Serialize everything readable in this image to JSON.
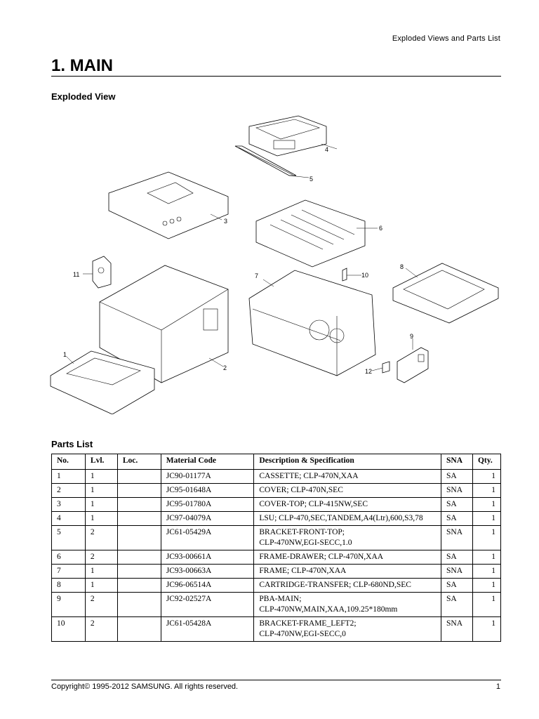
{
  "header": {
    "running_title": "Exploded Views and Parts List"
  },
  "page_title": "1.  MAIN",
  "exploded_view": {
    "heading": "Exploded View",
    "callouts": [
      "1",
      "2",
      "3",
      "4",
      "5",
      "6",
      "7",
      "8",
      "9",
      "10",
      "11",
      "12"
    ]
  },
  "parts_list": {
    "heading": "Parts List",
    "columns": [
      "No.",
      "Lvl.",
      "Loc.",
      "Material Code",
      "Description & Specification",
      "SNA",
      "Qty."
    ],
    "rows": [
      {
        "no": "1",
        "lvl": "1",
        "loc": "",
        "code": "JC90-01177A",
        "desc": "CASSETTE; CLP-470N,XAA",
        "sna": "SA",
        "qty": "1"
      },
      {
        "no": "2",
        "lvl": "1",
        "loc": "",
        "code": "JC95-01648A",
        "desc": "COVER; CLP-470N,SEC",
        "sna": "SNA",
        "qty": "1"
      },
      {
        "no": "3",
        "lvl": "1",
        "loc": "",
        "code": "JC95-01780A",
        "desc": "COVER-TOP; CLP-415NW,SEC",
        "sna": "SA",
        "qty": "1"
      },
      {
        "no": "4",
        "lvl": "1",
        "loc": "",
        "code": "JC97-04079A",
        "desc": "LSU; CLP-470,SEC,TANDEM,A4(Ltr),600,S3,78",
        "sna": "SA",
        "qty": "1"
      },
      {
        "no": "5",
        "lvl": "2",
        "loc": "",
        "code": "JC61-05429A",
        "desc": "BRACKET-FRONT-TOP;",
        "desc2": "CLP-470NW,EGI-SECC,1.0",
        "sna": "SNA",
        "qty": "1"
      },
      {
        "no": "6",
        "lvl": "2",
        "loc": "",
        "code": "JC93-00661A",
        "desc": "FRAME-DRAWER; CLP-470N,XAA",
        "sna": "SA",
        "qty": "1"
      },
      {
        "no": "7",
        "lvl": "1",
        "loc": "",
        "code": "JC93-00663A",
        "desc": "FRAME; CLP-470N,XAA",
        "sna": "SNA",
        "qty": "1"
      },
      {
        "no": "8",
        "lvl": "1",
        "loc": "",
        "code": "JC96-06514A",
        "desc": "CARTRIDGE-TRANSFER; CLP-680ND,SEC",
        "sna": "SA",
        "qty": "1"
      },
      {
        "no": "9",
        "lvl": "2",
        "loc": "",
        "code": "JC92-02527A",
        "desc": "PBA-MAIN;",
        "desc2": "CLP-470NW,MAIN,XAA,109.25*180mm",
        "sna": "SA",
        "qty": "1"
      },
      {
        "no": "10",
        "lvl": "2",
        "loc": "",
        "code": "JC61-05428A",
        "desc": "BRACKET-FRAME_LEFT2;",
        "desc2": "CLP-470NW,EGI-SECC,0",
        "sna": "SNA",
        "qty": "1"
      }
    ]
  },
  "footer": {
    "copyright": "Copyright© 1995-2012 SAMSUNG. All rights reserved.",
    "page_number": "1"
  }
}
